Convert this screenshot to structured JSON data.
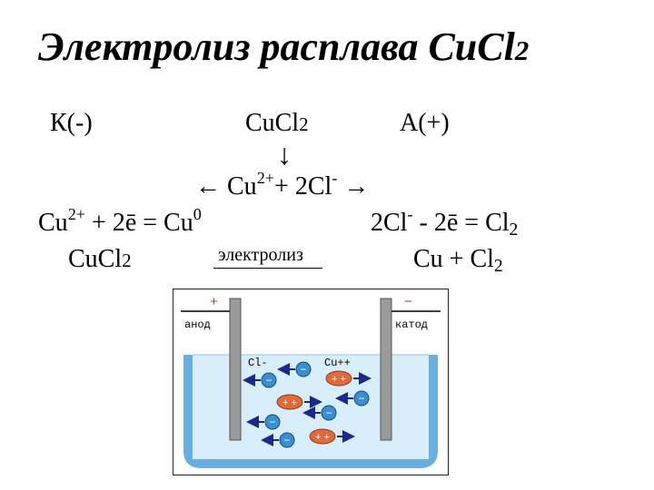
{
  "title": "Электролиз расплава CuCl",
  "title_sub": "2",
  "cathode_label": "К(-)",
  "salt": {
    "formula": "CuCl",
    "sub": "2"
  },
  "anode_label": "А(+)",
  "down_arrow": "↓",
  "dissociation": {
    "left_arrow": "←",
    "cu": "Cu",
    "cu_charge": "2+",
    "plus": "+",
    "cl": "2Cl",
    "cl_charge": "-",
    "right_arrow": "→"
  },
  "cathode_reaction": {
    "cu": "Cu",
    "cu_charge": "2+",
    "rest": "+ 2ē = Cu",
    "product_sup": "0"
  },
  "anode_reaction": {
    "cl": "2Cl",
    "cl_charge": "-",
    "rest": "- 2ē = Cl",
    "product_sub": "2"
  },
  "overall": {
    "reactant": "CuCl",
    "reactant_sub": "2",
    "arrow_label": "электролиз",
    "product": "Cu + Cl",
    "product_sub": "2"
  },
  "diagram": {
    "plus_sign": "+",
    "minus_sign": "−",
    "anode": "анод",
    "cathode": "катод",
    "chloride_label": "Cl-",
    "copper_label": "Cu++",
    "anion_symbol": "−",
    "cation_symbol": "+ +",
    "colors": {
      "solution": "#d8eefa",
      "vessel": "#6aaee0",
      "electrode": "#9a9a9a",
      "anion": "#3a8fd0",
      "cation": "#e06a3a",
      "arrow": "#1a2a8a"
    }
  }
}
